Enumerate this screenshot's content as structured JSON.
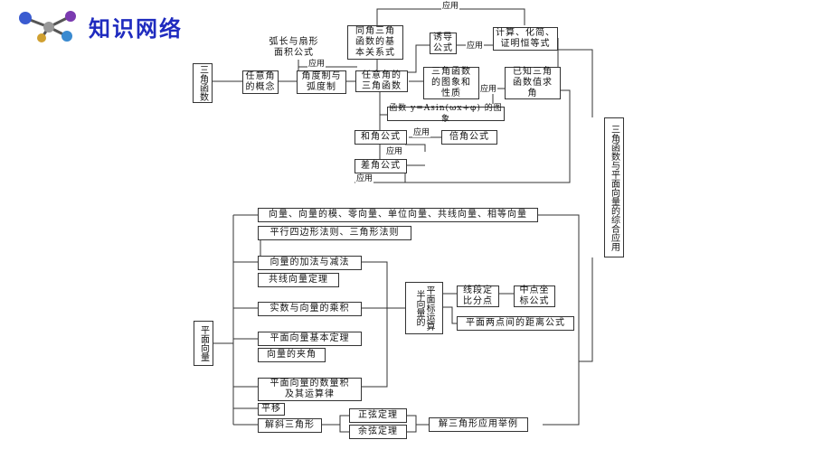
{
  "header": {
    "title": "知识网络"
  },
  "nodes": {
    "n1": "三角函数",
    "n2": "任意角\n的概念",
    "n3": "弧长与扇形\n面积公式",
    "n4": "角度制与\n弧度制",
    "n5": "同角三角\n函数的基\n本关系式",
    "n6": "任意角的\n三角函数",
    "n7": "诱导\n公式",
    "n8": "计算、化简、\n证明恒等式",
    "n9": "三角函数\n的图象和\n性质",
    "n10": "已知三角\n函数值求\n角",
    "n11": "函数 y=Asin(ωx+φ) 的图象",
    "n12": "和角公式",
    "n13": "倍角公式",
    "n14": "差角公式",
    "n15": "三角函数与平面向量的综合应用",
    "v1": "向量、向量的模、零向量、单位向量、共线向量、相等向量",
    "v2": "平行四边形法则、三角形法则",
    "v3": "向量的加法与减法",
    "v4": "共线向量定理",
    "v5": "实数与向量的乘积",
    "v6": "平面向量基本定理",
    "v7": "向量的夹角",
    "v8": "平面向量的数量积\n及其运算律",
    "v9": "平移",
    "v10": "解斜三角形",
    "v11": "平面向量",
    "v12": "平面标运算",
    "v12b": "半向量的",
    "v13": "线段定\n比分点",
    "v14": "中点坐\n标公式",
    "v15": "平面两点间的距离公式",
    "v16": "正弦定理",
    "v17": "余弦定理",
    "v18": "解三角形应用举例"
  },
  "labels": {
    "a_top": "应用",
    "a_yingyong2": "应用",
    "a_yingyong3": "应用",
    "a_yingyong4": "应用",
    "a_yingyong5": "应用",
    "a_yingyong6": "应用",
    "a_yingyong7": "应用"
  }
}
